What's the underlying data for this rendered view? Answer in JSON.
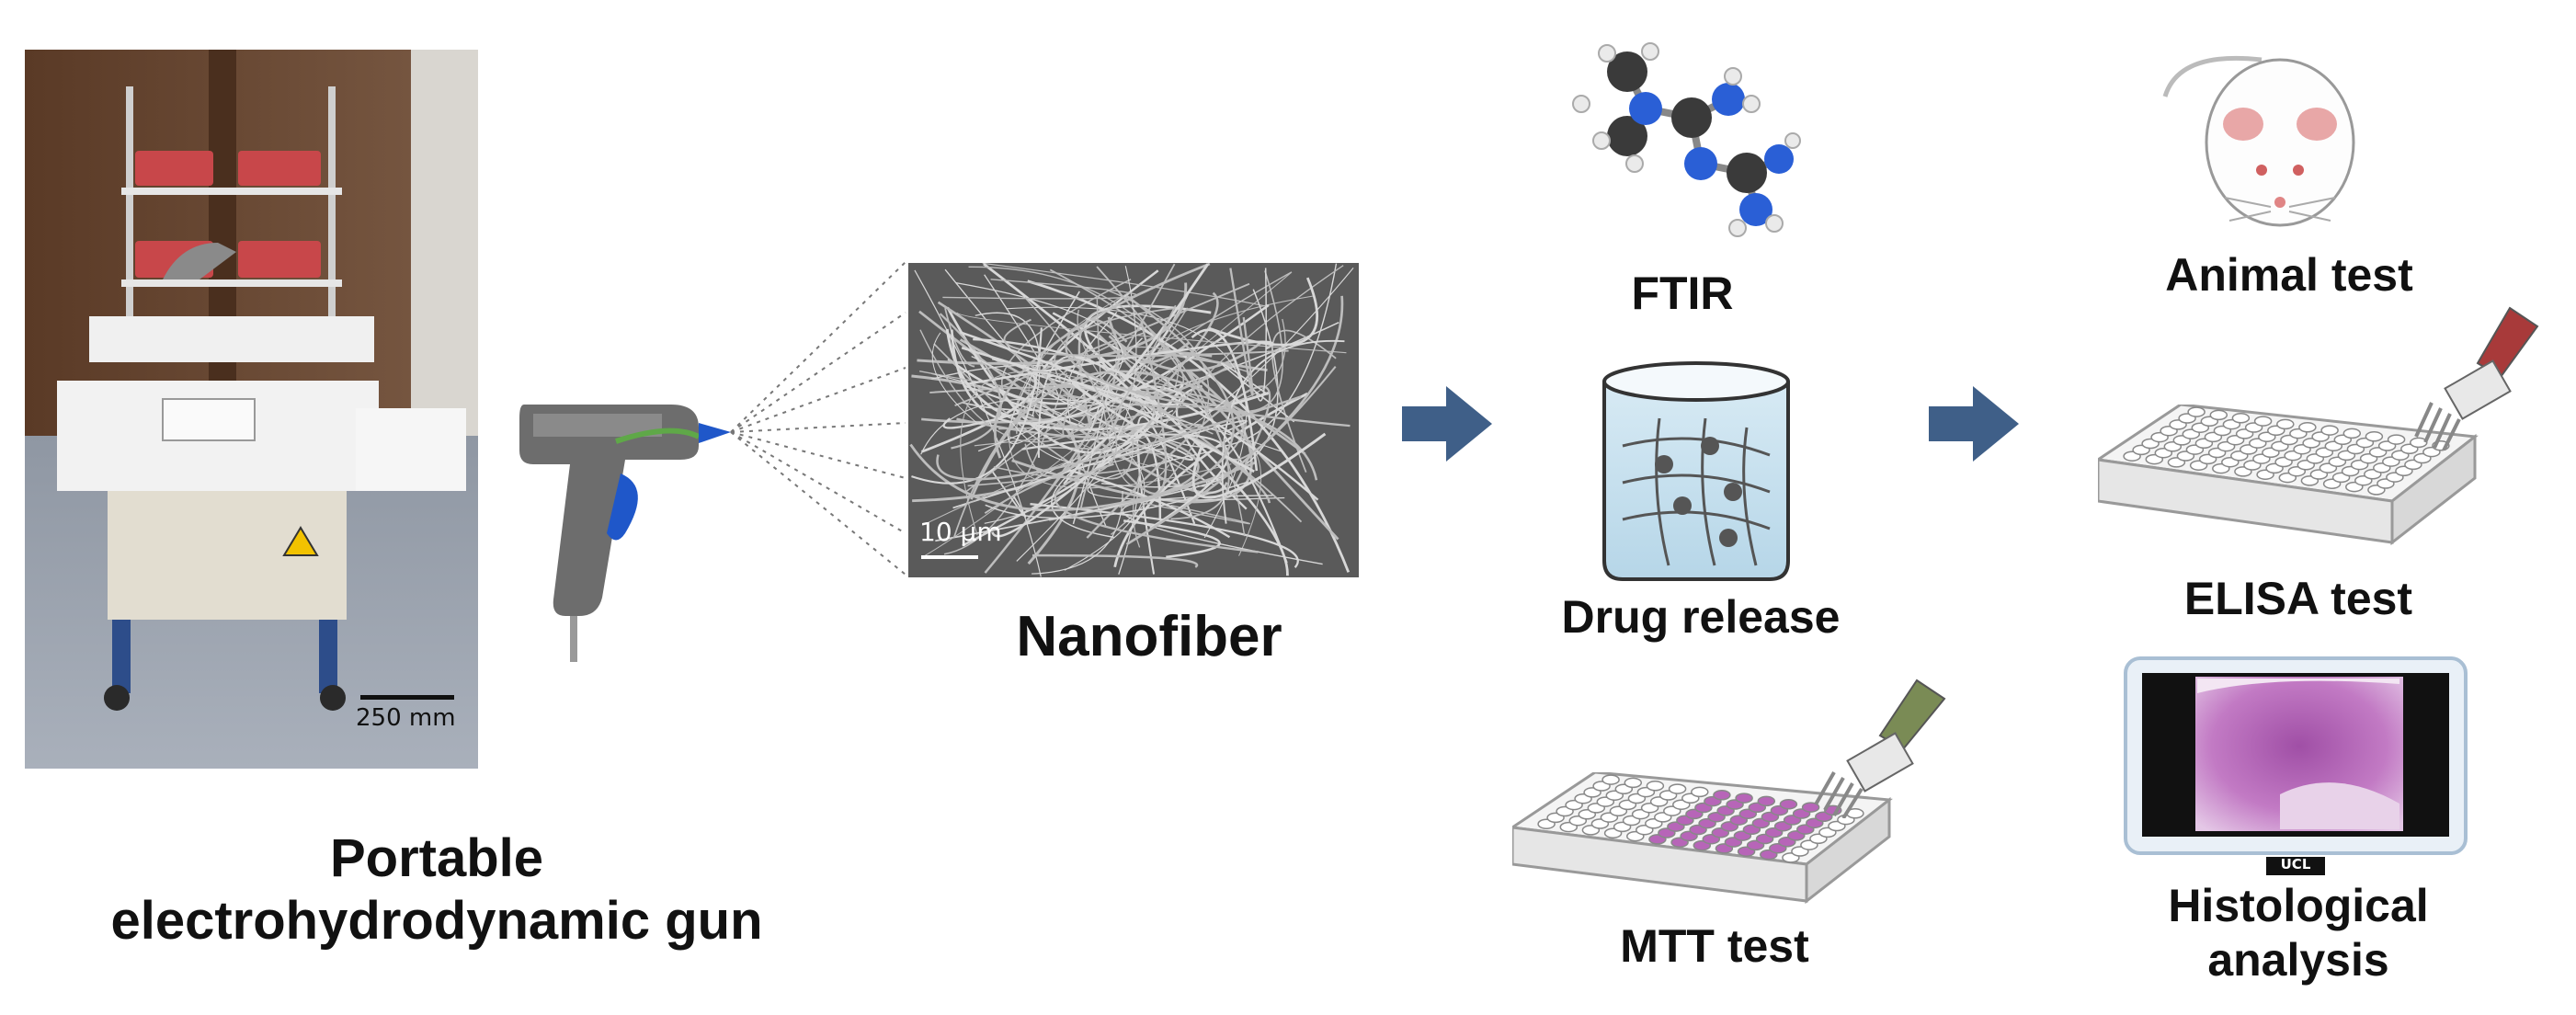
{
  "labels": {
    "device_line1": "Portable",
    "device_line2": "electrohydrodynamic gun",
    "nanofiber": "Nanofiber",
    "ftir": "FTIR",
    "drug_release": "Drug release",
    "mtt_test": "MTT test",
    "animal_test": "Animal test",
    "elisa_test": "ELISA test",
    "histological_line1": "Histological",
    "histological_line2": "analysis"
  },
  "scale_bars": {
    "device": "250 mm",
    "sem": "10 μm"
  },
  "monitor_brand": "UCL",
  "icons": [
    "device-photo",
    "glue-gun-icon",
    "sem-image",
    "arrow-right-icon",
    "molecule-icon",
    "beaker-icon",
    "well-plate-icon",
    "pipette-icon",
    "mouse-icon",
    "monitor-icon"
  ],
  "colors": {
    "arrow": "#3f5f88",
    "nitrogen": "#2a5fd6",
    "carbon": "#3a3a3a",
    "gun_accent": "#1f57c9",
    "stain": "#b765b8"
  }
}
